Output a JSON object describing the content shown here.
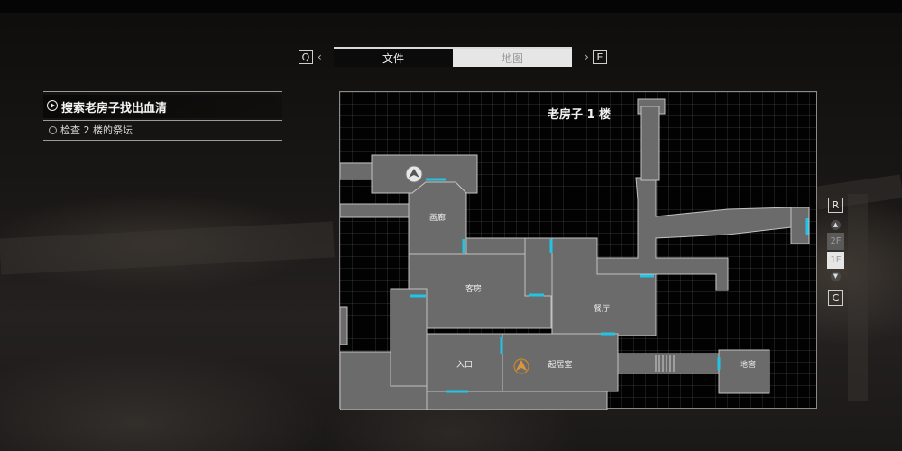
{
  "tabs": {
    "left_key": "Q",
    "right_key": "E",
    "left_chevron": "‹",
    "right_chevron": "›",
    "items": [
      {
        "label": "文件",
        "active": true
      },
      {
        "label": "地图",
        "active": false
      }
    ]
  },
  "objectives": {
    "main": "搜索老房子找出血清",
    "sub": "检查 2 楼的祭坛"
  },
  "map": {
    "title": "老房子 1 楼",
    "rooms": {
      "gallery": "画廊",
      "guest_room": "客房",
      "dining": "餐厅",
      "entrance": "入口",
      "living_room": "起居室",
      "cellar": "地窖"
    },
    "door_color": "#22c4e6",
    "room_fill": "#6b6b6b",
    "room_outline": "#bdbdbd",
    "player_color": "#c9872a"
  },
  "floor_selector": {
    "up_key": "R",
    "down_key": "C",
    "floors": [
      "2F",
      "1F"
    ],
    "current": "1F"
  }
}
